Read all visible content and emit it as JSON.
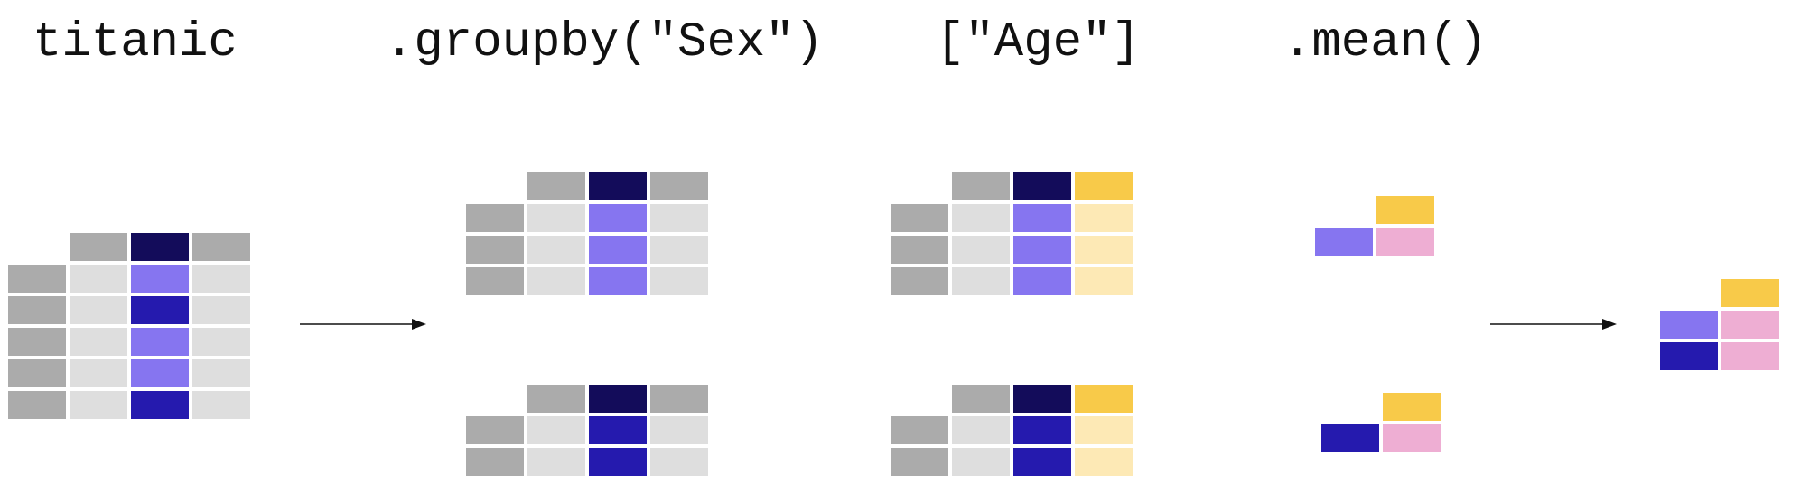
{
  "labels": {
    "dataframe": "titanic",
    "groupby": ".groupby(\"Sex\")",
    "column": "[\"Age\"]",
    "aggregate": ".mean()"
  },
  "colors": {
    "index_header": "#ababab",
    "body": "#dedede",
    "key_header": "#130c5a",
    "group_a": "#8675f0",
    "group_b": "#251aae",
    "age_header": "#f8ca49",
    "age_body": "#fde9b5",
    "mean_value": "#eeaed3",
    "arrow": "#111111"
  },
  "tables": {
    "titanic": {
      "rows": [
        "a",
        "b",
        "a",
        "a",
        "b"
      ],
      "cols": [
        "other",
        "key",
        "other"
      ]
    },
    "group_a": {
      "rows": [
        "a",
        "a",
        "a"
      ],
      "cols": [
        "other",
        "key",
        "other"
      ]
    },
    "group_b": {
      "rows": [
        "b",
        "b"
      ],
      "cols": [
        "other",
        "key",
        "other"
      ]
    },
    "age_a": {
      "rows": [
        "a",
        "a",
        "a"
      ],
      "cols": [
        "other",
        "key",
        "age"
      ]
    },
    "age_b": {
      "rows": [
        "b",
        "b"
      ],
      "cols": [
        "other",
        "key",
        "age"
      ]
    },
    "mean_a": {
      "rows": [
        "a"
      ]
    },
    "mean_b": {
      "rows": [
        "b"
      ]
    },
    "result": {
      "rows": [
        "a",
        "b"
      ]
    }
  }
}
